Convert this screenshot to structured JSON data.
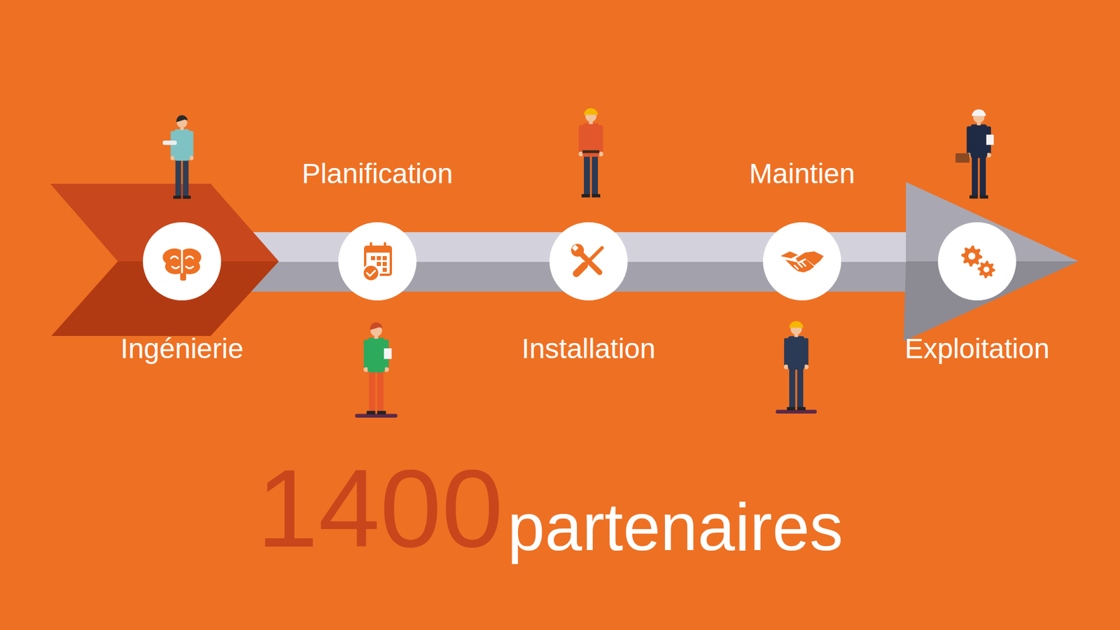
{
  "diagram": {
    "nodes": [
      {
        "text": [
          "Ingénierie"
        ]
      },
      {
        "text": [
          "Planification"
        ]
      },
      {
        "text": [
          "Installation"
        ]
      },
      {
        "text": [
          "Maintien"
        ]
      },
      {
        "text": [
          "Exploitation"
        ]
      }
    ],
    "edges": [
      {
        "from": 0,
        "to": 1,
        "arrow": "none"
      },
      {
        "from": 1,
        "to": 2,
        "arrow": "none"
      },
      {
        "from": 2,
        "to": 3,
        "arrow": "none"
      },
      {
        "from": 3,
        "to": 4,
        "arrow": "none"
      }
    ],
    "labels": [
      "1400",
      "partenaires"
    ]
  }
}
